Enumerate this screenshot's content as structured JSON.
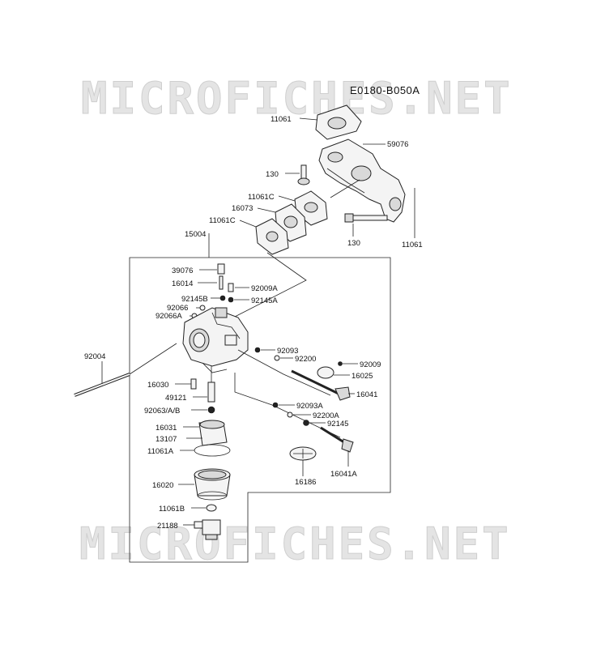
{
  "watermark": {
    "text": "MICROFICHES.NET"
  },
  "diagram_code": "E0180-B050A",
  "part_labels": [
    "11061",
    "59076",
    "130",
    "11061C",
    "16073",
    "11061C",
    "130",
    "11061",
    "15004",
    "39076",
    "16014",
    "92009A",
    "92145B",
    "92145A",
    "92066",
    "92066A",
    "92004",
    "92093",
    "92200",
    "92009",
    "16025",
    "16041",
    "16030",
    "49121",
    "92063/A/B",
    "92093A",
    "92200A",
    "92145",
    "16031",
    "13107",
    "11061A",
    "16041A",
    "16186",
    "16020",
    "11061B",
    "21188"
  ]
}
